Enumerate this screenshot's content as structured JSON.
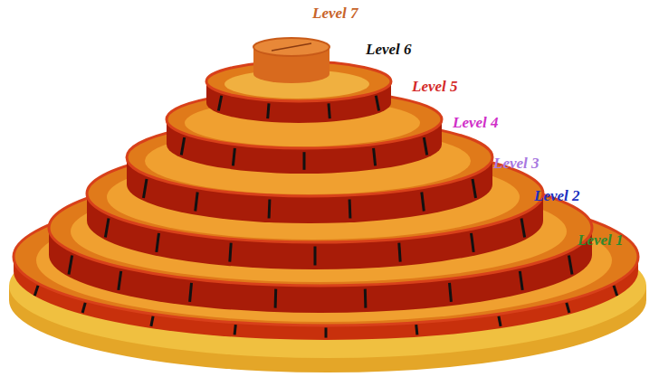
{
  "diagram": {
    "labels": [
      "Level 7",
      "Level 6",
      "Level 5",
      "Level 4",
      "Level 3",
      "Level 2",
      "Level 1"
    ]
  }
}
